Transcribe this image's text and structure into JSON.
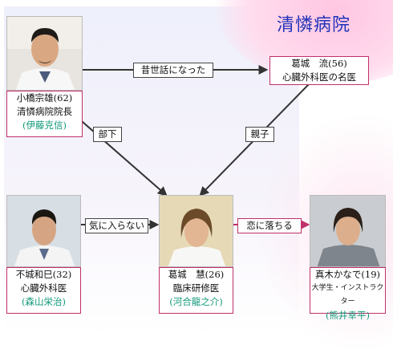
{
  "title": "清憐病院",
  "colors": {
    "accent": "#c0306a",
    "title": "#2233bb",
    "actor": "#119a7a",
    "arrow": "#333333"
  },
  "characters": [
    {
      "id": "kobashi",
      "photo_alt": "portrait of man in white lab coat",
      "name": "小橋宗雄(62)",
      "role": "清憐病院院長",
      "actor": "(伊藤克信)"
    },
    {
      "id": "fujo",
      "photo_alt": "portrait of young man in lab coat",
      "name": "不城和巳(32)",
      "role": "心臓外科医",
      "actor": "(森山栄治)"
    },
    {
      "id": "kuzuki-kei",
      "photo_alt": "portrait of young man with long hair",
      "name": "葛城　慧(26)",
      "role": "臨床研修医",
      "actor": "(河合龍之介)"
    },
    {
      "id": "maki",
      "photo_alt": "portrait of young man in grey shirt",
      "name": "真木かなで(19)",
      "role": "大学生・インストラクター",
      "actor": "(熊井幸平)"
    }
  ],
  "kuzuki_ryu": {
    "name": "葛城　流(56)",
    "role": "心臓外科医の名医"
  },
  "relations": {
    "mukashi": "昔世話になった",
    "buka": "部下",
    "oyako": "親子",
    "kiniiranai": "気に入らない",
    "koini": "恋に落ちる"
  }
}
